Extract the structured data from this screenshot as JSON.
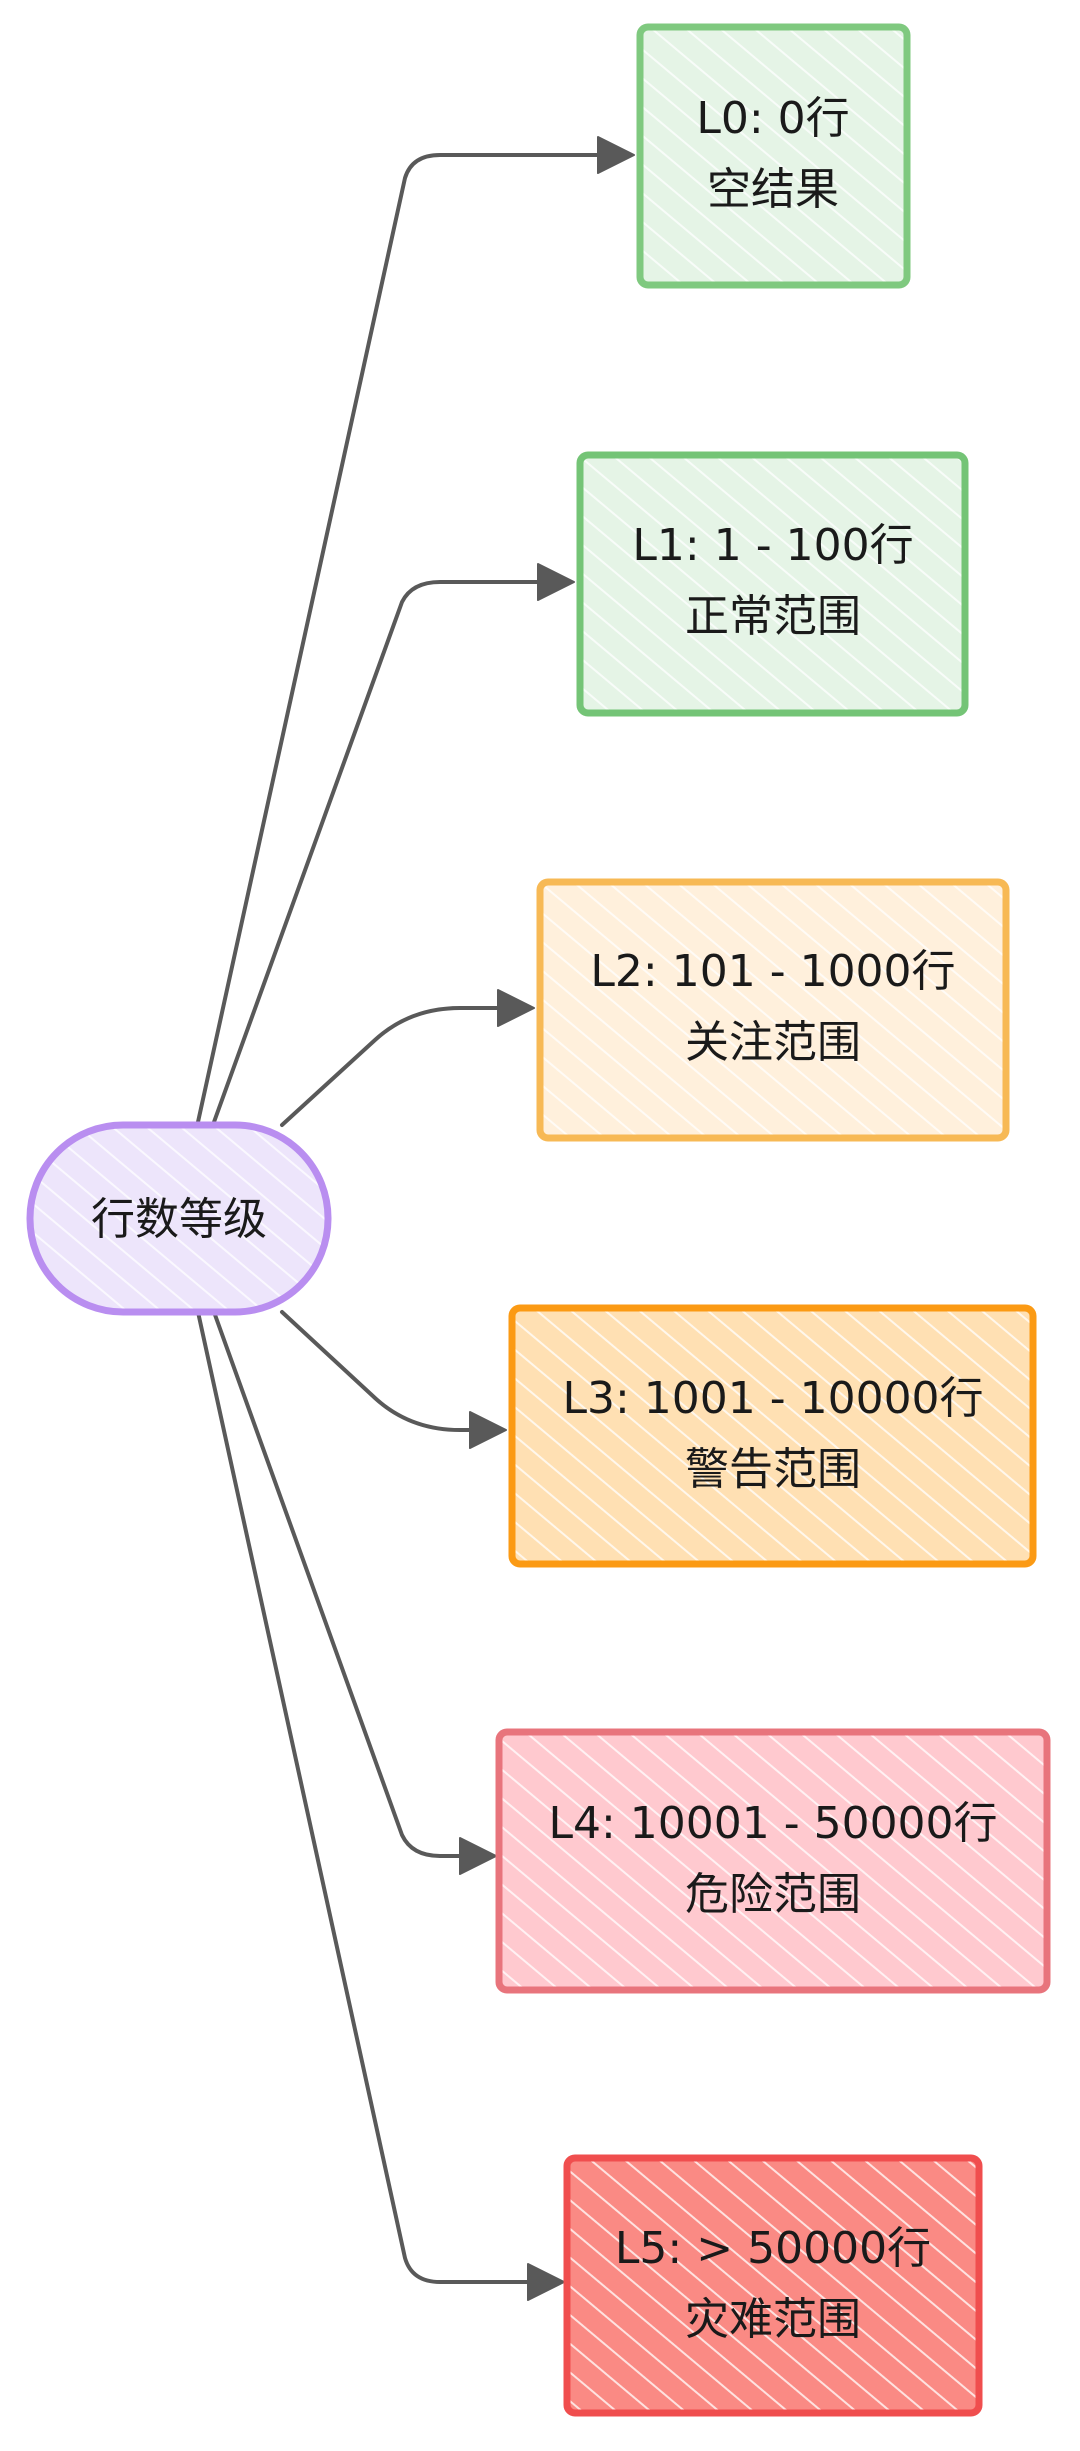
{
  "center": {
    "label": "行数等级",
    "fill": "#ede5fb",
    "stroke": "#b98ef0"
  },
  "levels": [
    {
      "line1": "L0: 0行",
      "line2": "空结果",
      "fill": "#e5f4e6",
      "stroke": "#7fc97f"
    },
    {
      "line1": "L1: 1 - 100行",
      "line2": "正常范围",
      "fill": "#e5f4e6",
      "stroke": "#74c476"
    },
    {
      "line1": "L2: 101 - 1000行",
      "line2": "关注范围",
      "fill": "#fff0dc",
      "stroke": "#f7b955"
    },
    {
      "line1": "L3: 1001 - 10000行",
      "line2": "警告范围",
      "fill": "#ffe0b3",
      "stroke": "#fb9a14"
    },
    {
      "line1": "L4: 10001 - 50000行",
      "line2": "危险范围",
      "fill": "#ffc9cf",
      "stroke": "#e8747c"
    },
    {
      "line1": "L5: > 50000行",
      "line2": "灾难范围",
      "fill": "#fa8a84",
      "stroke": "#f04e4e"
    }
  ],
  "edge_color": "#595959"
}
